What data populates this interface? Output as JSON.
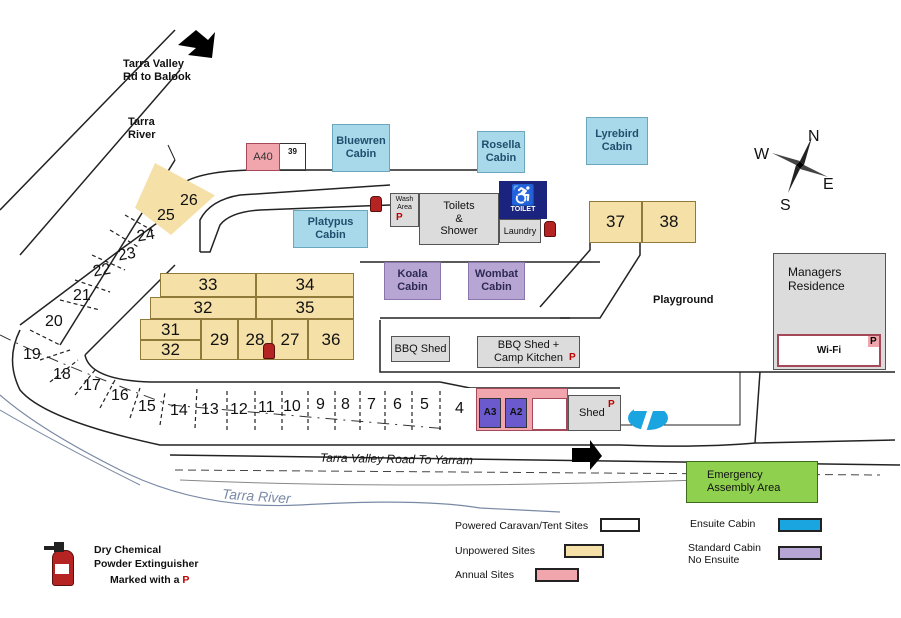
{
  "roads_labels": {
    "tarra_valley_rd": "Tarra Valley\nRd to Balook",
    "tarra_river_top": "Tarra\nRiver",
    "tarra_valley_road_yarram": "Tarra Valley Road To Yarram",
    "tarra_river_bottom": "Tarra River"
  },
  "ensuite_cabins": [
    "Bluewren\nCabin",
    "Rosella\nCabin",
    "Lyrebird\nCabin",
    "Platypus\nCabin"
  ],
  "standard_cabins": [
    "Koala\nCabin",
    "Wombat\nCabin"
  ],
  "annual_sites": [
    "A40",
    "A3",
    "A2"
  ],
  "site_39": "39",
  "facilities": {
    "wash_area": "Wash\nArea",
    "toilets": "Toilets\n&\nShower",
    "laundry": "Laundry",
    "toilet_sign": "TOILET",
    "bbq_shed": "BBQ Shed",
    "bbq_camp": "BBQ Shed +\nCamp Kitchen",
    "shed": "Shed",
    "playground": "Playground",
    "managers": "Managers\nResidence",
    "wifi": "Wi-Fi",
    "emergency": "Emergency\nAssembly Area",
    "p_marker": "P"
  },
  "unpowered_sites": [
    "25",
    "26",
    "37",
    "38",
    "33",
    "34",
    "32",
    "35",
    "31",
    "32",
    "29",
    "28",
    "27",
    "36"
  ],
  "powered_sites": [
    "24",
    "23",
    "22",
    "21",
    "20",
    "19",
    "18",
    "17",
    "16",
    "15",
    "14",
    "13",
    "12",
    "11",
    "10",
    "9",
    "8",
    "7",
    "6",
    "5",
    "4"
  ],
  "compass": {
    "n": "N",
    "e": "E",
    "s": "S",
    "w": "W"
  },
  "legend": {
    "powered": "Powered Caravan/Tent Sites",
    "unpowered": "Unpowered Sites",
    "annual": "Annual Sites",
    "ensuite": "Ensuite Cabin",
    "standard": "Standard Cabin\n No Ensuite",
    "extinguisher_1": "Dry Chemical",
    "extinguisher_2": "Powder Extinguisher",
    "marked_with": "Marked with a ",
    "marked_p": "P"
  },
  "colors": {
    "ensuite": "#a7d9ea",
    "standard": "#b7a6d3",
    "unpowered": "#f5e1a8",
    "annual": "#f1a6ad",
    "emergency": "#8fd14f",
    "accessible": "#1a237e",
    "telstra": "#1aa5e0"
  }
}
